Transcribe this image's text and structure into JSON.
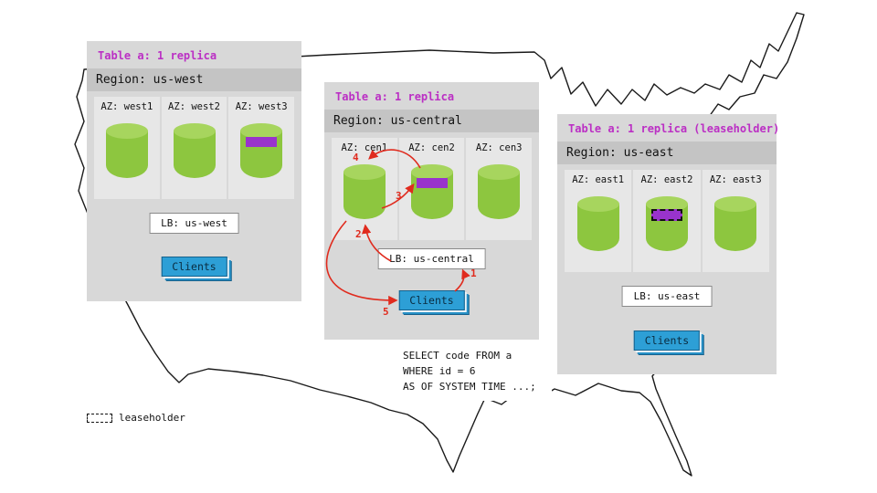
{
  "colors": {
    "panel_gray": "#d8d8d8",
    "region_band_gray": "#c4c4c4",
    "az_gray": "#e7e7e7",
    "cylinder_green": "#8dc63f",
    "cylinder_top_green": "#a7d55e",
    "replica_purple": "#9933cc",
    "clients_blue": "#2d9fd6",
    "arrow_red": "#e02b1e",
    "table_label_purple": "#bb2fc4",
    "map_outline": "#1a1a1a"
  },
  "regions": [
    {
      "id": "us-west",
      "table_label": "Table a: 1 replica",
      "region_label": "Region: us-west",
      "azs": [
        {
          "label": "AZ: west1",
          "replica": false,
          "leaseholder": false
        },
        {
          "label": "AZ: west2",
          "replica": false,
          "leaseholder": false
        },
        {
          "label": "AZ: west3",
          "replica": true,
          "leaseholder": false
        }
      ],
      "lb_label": "LB: us-west",
      "clients_label": "Clients"
    },
    {
      "id": "us-central",
      "table_label": "Table a: 1 replica",
      "region_label": "Region: us-central",
      "azs": [
        {
          "label": "AZ: cen1",
          "replica": false,
          "leaseholder": false
        },
        {
          "label": "AZ: cen2",
          "replica": true,
          "leaseholder": false
        },
        {
          "label": "AZ: cen3",
          "replica": false,
          "leaseholder": false
        }
      ],
      "lb_label": "LB: us-central",
      "clients_label": "Clients"
    },
    {
      "id": "us-east",
      "table_label": "Table a: 1 replica (leaseholder)",
      "region_label": "Region: us-east",
      "azs": [
        {
          "label": "AZ: east1",
          "replica": false,
          "leaseholder": false
        },
        {
          "label": "AZ: east2",
          "replica": true,
          "leaseholder": true
        },
        {
          "label": "AZ: east3",
          "replica": false,
          "leaseholder": false
        }
      ],
      "lb_label": "LB: us-east",
      "clients_label": "Clients"
    }
  ],
  "flow_steps": [
    "1",
    "2",
    "3",
    "4",
    "5"
  ],
  "sql_query": {
    "lines": [
      "SELECT code FROM a",
      "WHERE id = 6",
      "AS OF SYSTEM TIME ...;"
    ]
  },
  "legend": {
    "label": "leaseholder"
  }
}
